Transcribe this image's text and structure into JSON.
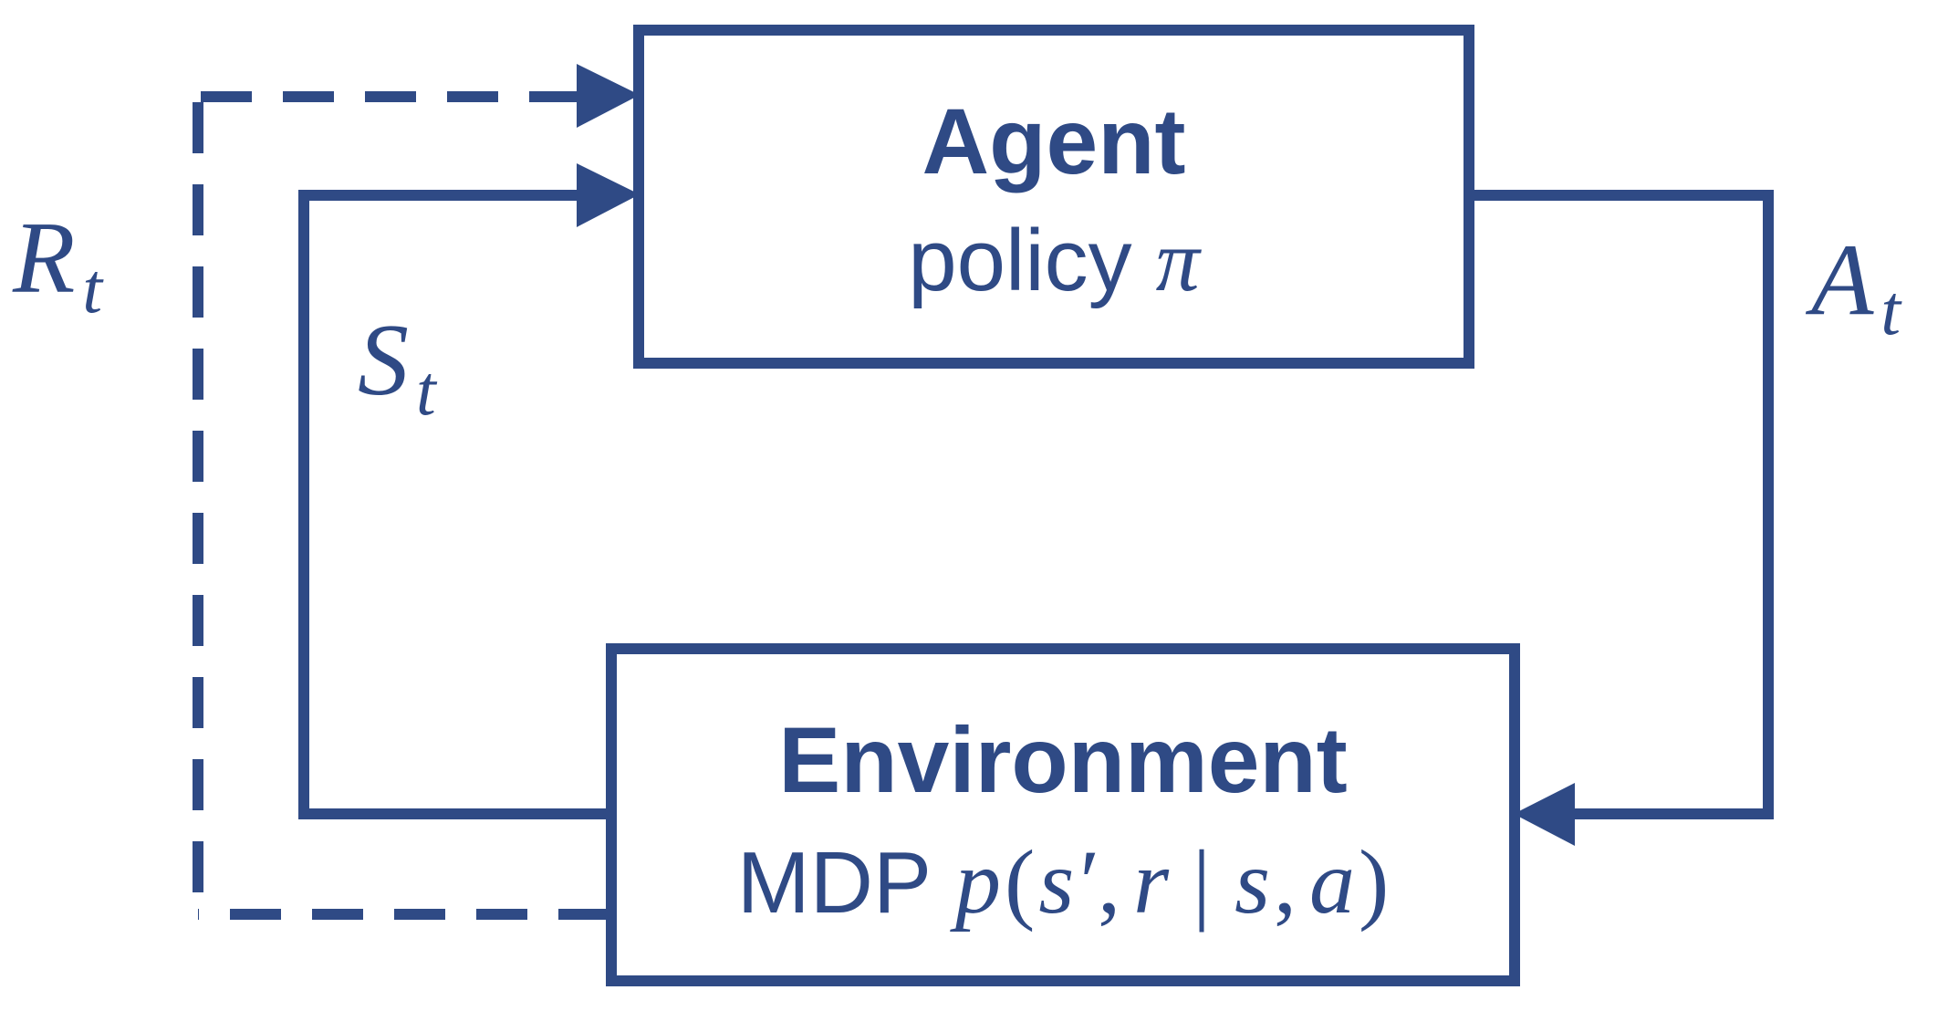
{
  "agent": {
    "title": "Agent",
    "policy_label": "policy",
    "policy_symbol": "π"
  },
  "environment": {
    "title": "Environment",
    "model_label": "MDP",
    "model_func": "p",
    "model_open": "(",
    "model_s_prime": "s′",
    "model_comma1": ",",
    "model_r": "r",
    "model_bar": "|",
    "model_s": "s",
    "model_comma2": ",",
    "model_a": "a",
    "model_close": ")"
  },
  "signals": {
    "reward": {
      "main": "R",
      "sub": "t"
    },
    "state": {
      "main": "S",
      "sub": "t"
    },
    "action": {
      "main": "A",
      "sub": "t"
    }
  },
  "colors": {
    "primary": "#2f4a85",
    "background": "#ffffff"
  }
}
